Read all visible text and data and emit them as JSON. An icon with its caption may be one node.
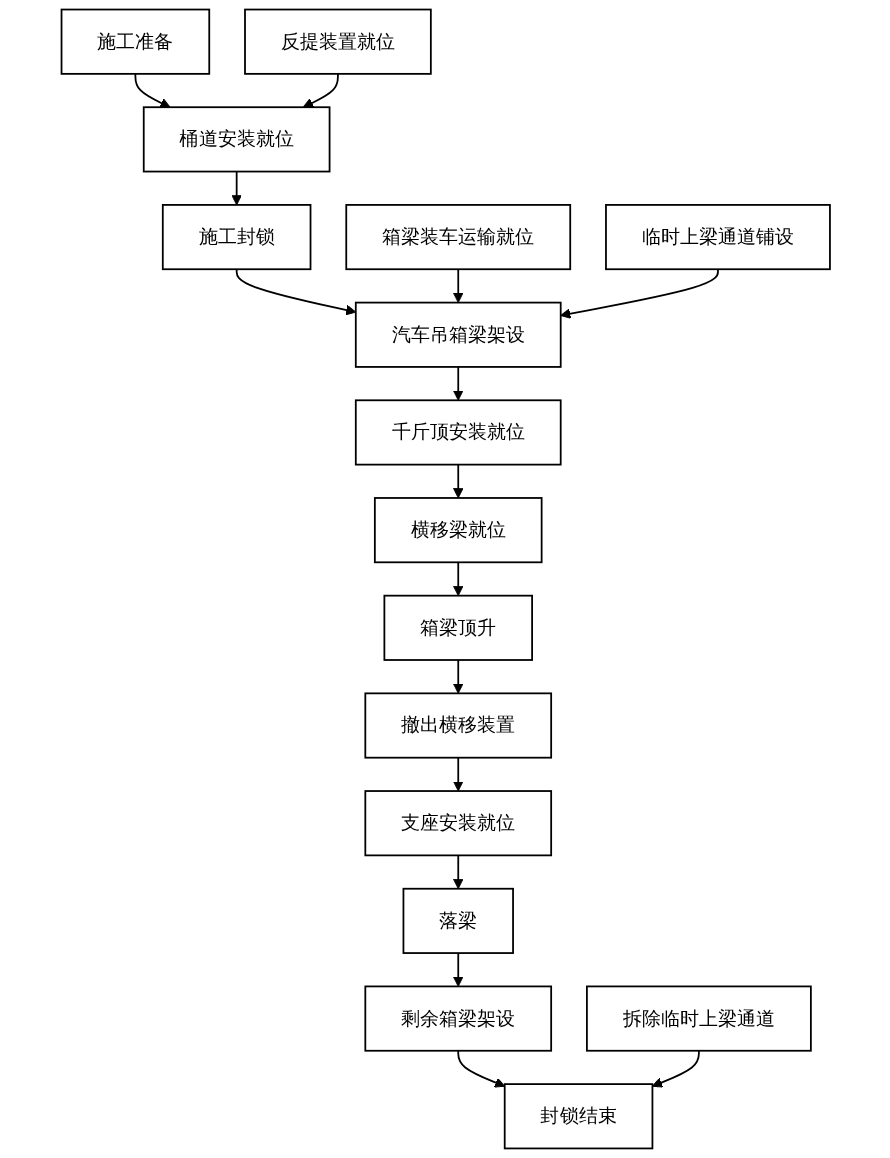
{
  "diagram": {
    "nodes": [
      {
        "text": [
          "施工准备"
        ]
      },
      {
        "text": [
          "反提装置就位"
        ]
      },
      {
        "text": [
          "桶道安装就位"
        ]
      },
      {
        "text": [
          "施工封锁"
        ]
      },
      {
        "text": [
          "箱梁装车运输就位"
        ]
      },
      {
        "text": [
          "临时上梁通道铺设"
        ]
      },
      {
        "text": [
          "汽车吊箱梁架设"
        ]
      },
      {
        "text": [
          "千斤顶安装就位"
        ]
      },
      {
        "text": [
          "横移梁就位"
        ]
      },
      {
        "text": [
          "箱梁顶升"
        ]
      },
      {
        "text": [
          "撤出横移装置"
        ]
      },
      {
        "text": [
          "支座安装就位"
        ]
      },
      {
        "text": [
          "落梁"
        ]
      },
      {
        "text": [
          "剩余箱梁架设"
        ]
      },
      {
        "text": [
          "封锁结束"
        ]
      },
      {
        "text": [
          "拆除临时上梁通道"
        ]
      }
    ],
    "edges": [
      {
        "from": 0,
        "to": 2,
        "arrow": "to"
      },
      {
        "from": 1,
        "to": 2,
        "arrow": "to"
      },
      {
        "from": 2,
        "to": 3,
        "arrow": "to"
      },
      {
        "from": 3,
        "to": 6,
        "arrow": "to"
      },
      {
        "from": 4,
        "to": 6,
        "arrow": "to"
      },
      {
        "from": 5,
        "to": 6,
        "arrow": "to"
      },
      {
        "from": 6,
        "to": 7,
        "arrow": "to"
      },
      {
        "from": 7,
        "to": 8,
        "arrow": "to"
      },
      {
        "from": 8,
        "to": 9,
        "arrow": "to"
      },
      {
        "from": 9,
        "to": 10,
        "arrow": "to"
      },
      {
        "from": 10,
        "to": 11,
        "arrow": "to"
      },
      {
        "from": 11,
        "to": 12,
        "arrow": "to"
      },
      {
        "from": 12,
        "to": 13,
        "arrow": "to"
      },
      {
        "from": 13,
        "to": 14,
        "arrow": "to"
      },
      {
        "from": 15,
        "to": 14,
        "arrow": "to"
      }
    ]
  }
}
